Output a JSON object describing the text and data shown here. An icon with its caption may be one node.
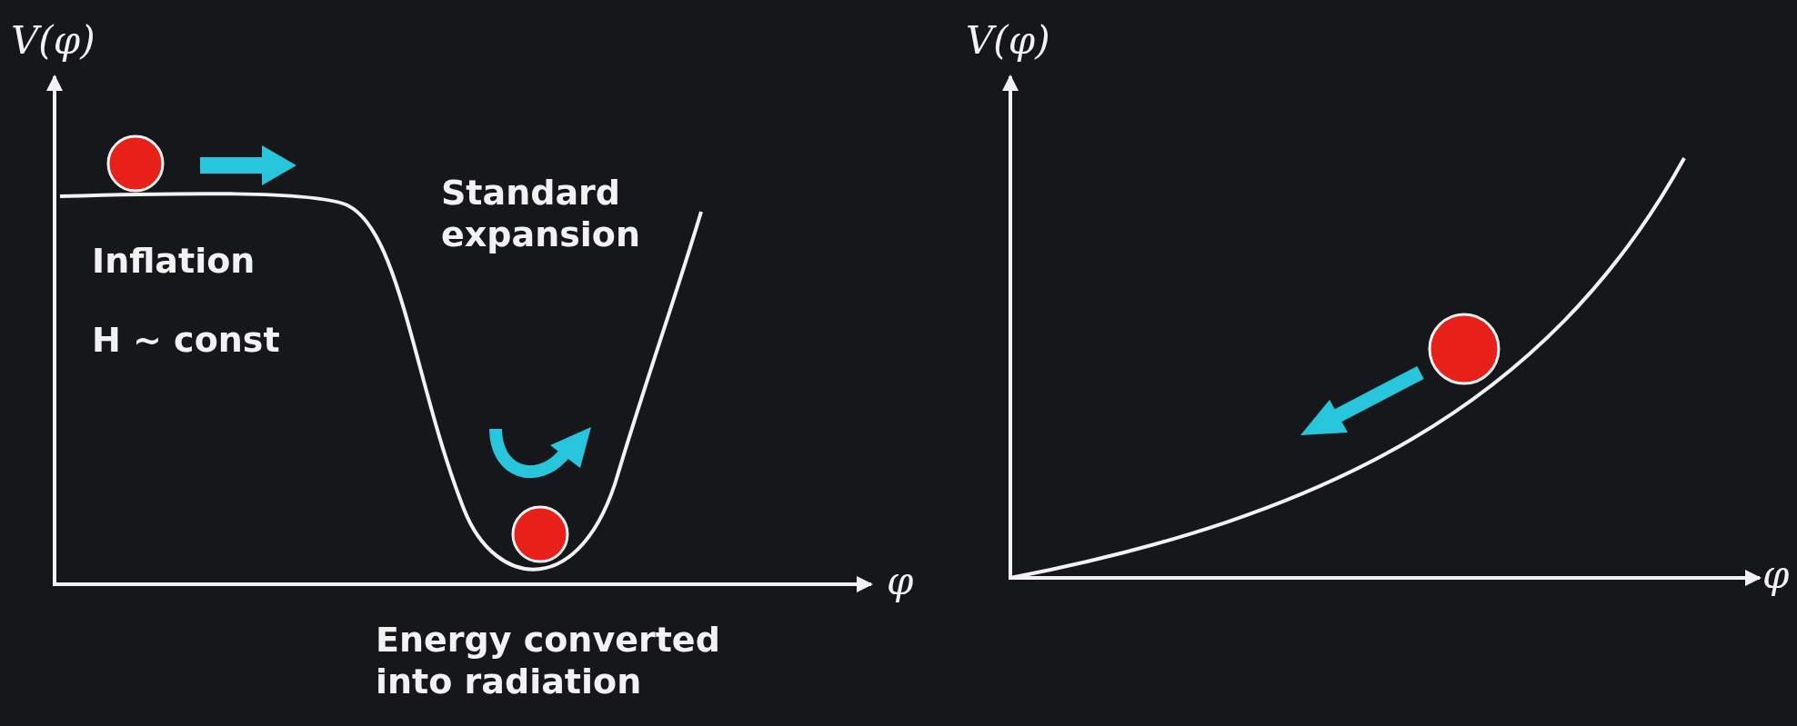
{
  "diagram": {
    "labels": [
      "V(φ)",
      "Standard expansion",
      "Inflation",
      "H ~ const",
      "φ",
      "Energy converted into radiation",
      "V(φ)",
      "φ"
    ]
  }
}
